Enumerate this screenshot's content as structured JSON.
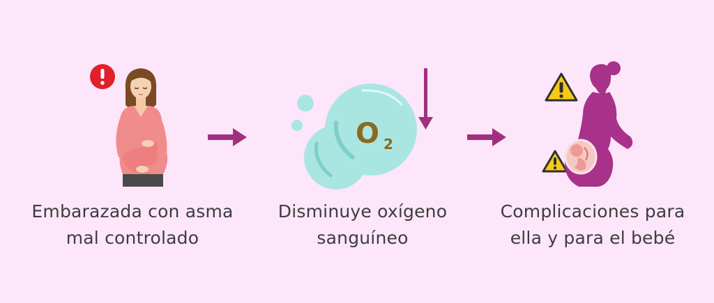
{
  "steps": [
    {
      "label_line1": "Embarazada con asma",
      "label_line2": "mal controlado",
      "icons": [
        "alert-circle-icon",
        "pregnant-woman-icon"
      ]
    },
    {
      "label_line1": "Disminuye oxígeno",
      "label_line2": "sanguíneo",
      "oxygen_symbol": "O",
      "oxygen_subscript": "2",
      "icons": [
        "oxygen-bubble-icon",
        "down-arrow-icon"
      ]
    },
    {
      "label_line1": "Complicaciones para",
      "label_line2": "ella y para el bebé",
      "icons": [
        "warning-triangle-icon",
        "pregnant-silhouette-icon",
        "fetus-icon"
      ]
    }
  ],
  "colors": {
    "background": "#fde6fa",
    "arrow": "#a0307f",
    "text": "#3d3d3d",
    "alert": "#e0202a",
    "warning": "#f7c815",
    "silhouette": "#a8318a",
    "bubble": "#a9e6e2",
    "oxygen_text": "#8a6a1e"
  }
}
